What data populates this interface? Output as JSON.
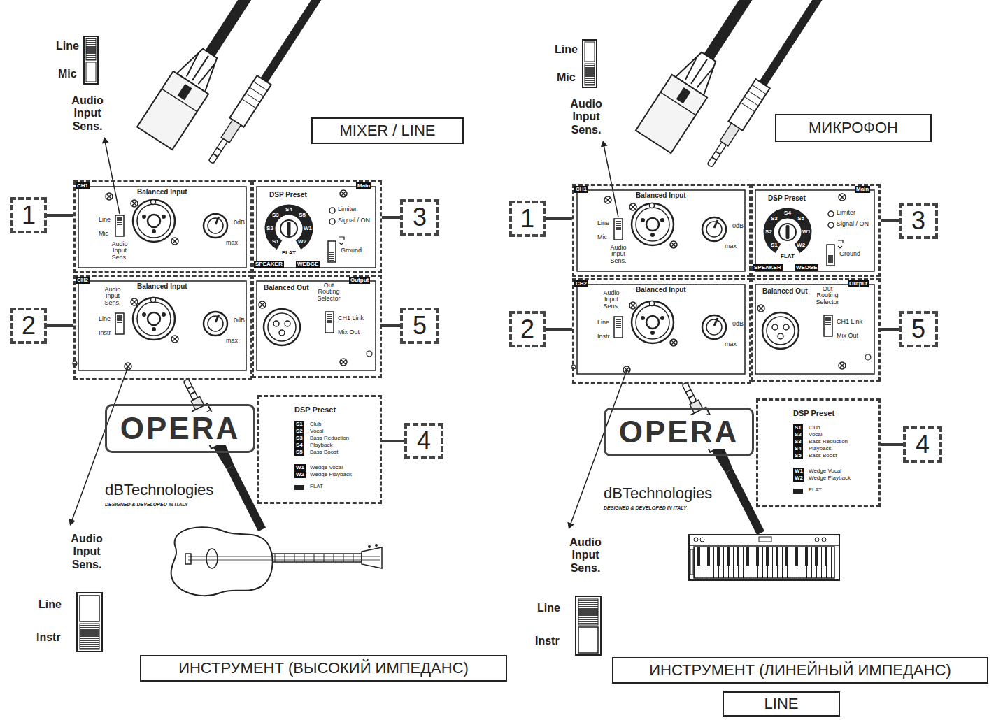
{
  "diagram": {
    "nodes": [
      {
        "text": [
          "MIXER / LINE"
        ]
      },
      {
        "text": [
          "1"
        ]
      },
      {
        "text": [
          "CH1",
          "Balanced Input",
          "Line",
          "Mic",
          "Audio Input Sens.",
          "0dB",
          "max"
        ]
      },
      {
        "text": [
          "Main",
          "DSP Preset",
          "S1",
          "S2",
          "S3",
          "S4",
          "S5",
          "W1",
          "W2",
          "FLAT",
          "Limiter",
          "Signal / ON",
          "Ground",
          "SPEAKER",
          "WEDGE"
        ]
      },
      {
        "text": [
          "3"
        ]
      },
      {
        "text": [
          "2"
        ]
      },
      {
        "text": [
          "CH2",
          "Balanced Input",
          "Audio Input Sens.",
          "Line",
          "Instr",
          "0dB",
          "max"
        ]
      },
      {
        "text": [
          "Output",
          "Balanced Out",
          "Out Routing Selector",
          "CH1 Link",
          "Mix Out"
        ]
      },
      {
        "text": [
          "5"
        ]
      },
      {
        "text": [
          "OPERA"
        ]
      },
      {
        "text": [
          "DSP Preset",
          "S1",
          "Club",
          "S2",
          "Vocal",
          "S3",
          "Bass Reduction",
          "S4",
          "Playback",
          "S5",
          "Bass Boost",
          "W1",
          "Wedge Vocal",
          "W2",
          "Wedge Playback",
          "FLAT"
        ]
      },
      {
        "text": [
          "4"
        ]
      },
      {
        "text": [
          "ИНСТРУМЕНТ (ВЫСОКИЙ ИМПЕДАНС)"
        ]
      },
      {
        "text": [
          "МИКРОФОН"
        ]
      },
      {
        "text": [
          "1"
        ]
      },
      {
        "text": [
          "CH1",
          "Balanced Input",
          "Line",
          "Mic",
          "Audio Input Sens.",
          "0dB",
          "max"
        ]
      },
      {
        "text": [
          "Main",
          "DSP Preset",
          "S1",
          "S2",
          "S3",
          "S4",
          "S5",
          "W1",
          "W2",
          "FLAT",
          "Limiter",
          "Signal / ON",
          "Ground",
          "SPEAKER",
          "WEDGE"
        ]
      },
      {
        "text": [
          "3"
        ]
      },
      {
        "text": [
          "2"
        ]
      },
      {
        "text": [
          "CH2",
          "Balanced Input",
          "Audio Input Sens.",
          "Line",
          "Instr",
          "0dB",
          "max"
        ]
      },
      {
        "text": [
          "Output",
          "Balanced Out",
          "Out Routing Selector",
          "CH1 Link",
          "Mix Out"
        ]
      },
      {
        "text": [
          "5"
        ]
      },
      {
        "text": [
          "OPERA"
        ]
      },
      {
        "text": [
          "DSP Preset",
          "S1",
          "Club",
          "S2",
          "Vocal",
          "S3",
          "Bass Reduction",
          "S4",
          "Playback",
          "S5",
          "Bass Boost",
          "W1",
          "Wedge Vocal",
          "W2",
          "Wedge Playback",
          "FLAT"
        ]
      },
      {
        "text": [
          "4"
        ]
      },
      {
        "text": [
          "ИНСТРУМЕНТ (ЛИНЕЙНЫЙ ИМПЕДАНС)"
        ]
      },
      {
        "text": [
          "LINE"
        ]
      }
    ],
    "edges": [
      {
        "from": 1,
        "to": 2,
        "arrow": "none"
      },
      {
        "from": 4,
        "to": 3,
        "arrow": "none"
      },
      {
        "from": 5,
        "to": 6,
        "arrow": "none"
      },
      {
        "from": 8,
        "to": 7,
        "arrow": "none"
      },
      {
        "from": 11,
        "to": 10,
        "arrow": "none"
      },
      {
        "from": 14,
        "to": 15,
        "arrow": "none"
      },
      {
        "from": 17,
        "to": 16,
        "arrow": "none"
      },
      {
        "from": 18,
        "to": 19,
        "arrow": "none"
      },
      {
        "from": 21,
        "to": 20,
        "arrow": "none"
      },
      {
        "from": 24,
        "to": 23,
        "arrow": "none"
      }
    ],
    "labels": [
      "Line",
      "Mic",
      "Audio Input Sens.",
      "dBTechnologies",
      "DESIGNED & DEVELOPED IN ITALY",
      "Audio Input Sens.",
      "Line",
      "Instr",
      "Line",
      "Mic",
      "Audio Input Sens.",
      "dBTechnologies",
      "DESIGNED & DEVELOPED IN ITALY",
      "Audio Input Sens.",
      "Line",
      "Instr"
    ]
  }
}
